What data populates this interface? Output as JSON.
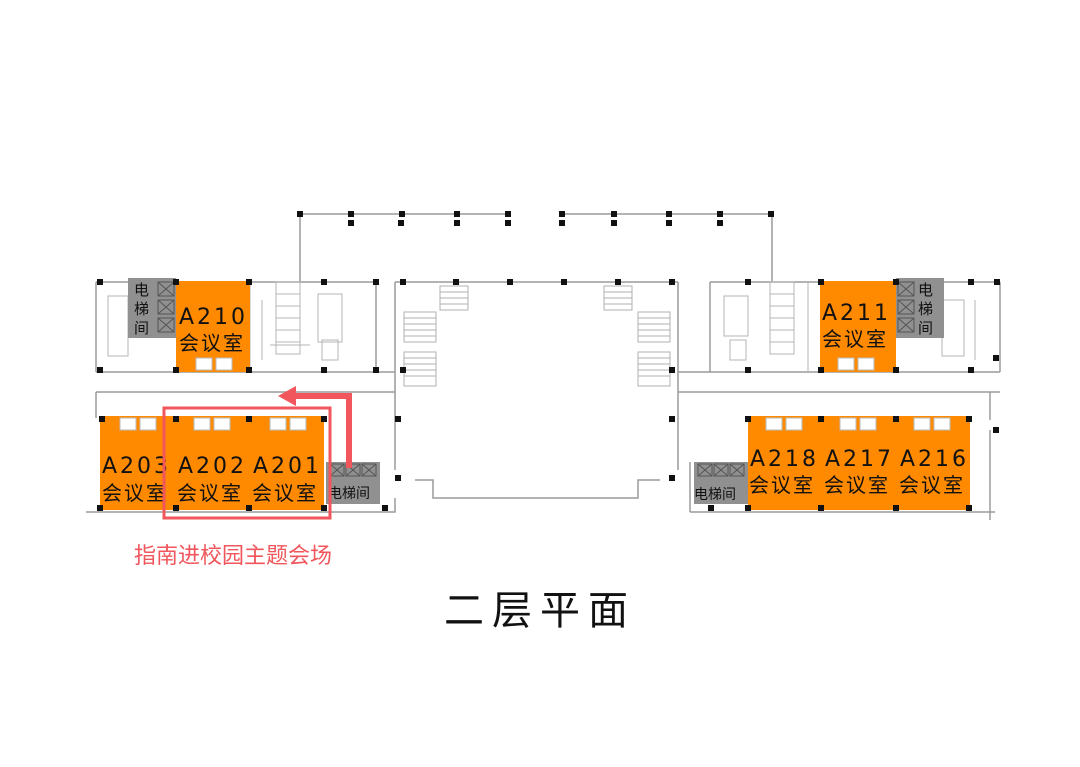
{
  "floor_title": "二层平面",
  "callout_label": "指南进校园主题会场",
  "colors": {
    "meeting_room": "#ff8a00",
    "elevator": "#909090",
    "wall": "#9a9a9a",
    "column": "#111111",
    "highlight": "#f0565b"
  },
  "rooms": {
    "a210": {
      "code": "A210",
      "name": "会议室"
    },
    "a211": {
      "code": "A211",
      "name": "会议室"
    },
    "a203": {
      "code": "A203",
      "name": "会议室"
    },
    "a202": {
      "code": "A202",
      "name": "会议室"
    },
    "a201": {
      "code": "A201",
      "name": "会议室"
    },
    "a218": {
      "code": "A218",
      "name": "会议室"
    },
    "a217": {
      "code": "A217",
      "name": "会议室"
    },
    "a216": {
      "code": "A216",
      "name": "会议室"
    }
  },
  "elevators": {
    "upper_left": {
      "c1": "电",
      "c2": "梯",
      "c3": "间"
    },
    "upper_right": {
      "c1": "电",
      "c2": "梯",
      "c3": "间"
    },
    "lower_left": "电梯间",
    "lower_right": "电梯间"
  }
}
